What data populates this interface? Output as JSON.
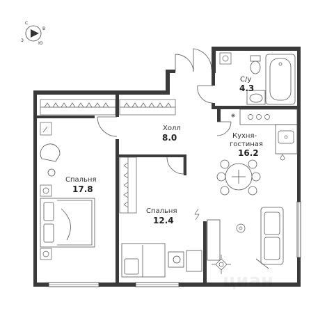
{
  "compass": {
    "s": "С",
    "v": "В",
    "yu": "Ю",
    "z": "З"
  },
  "rooms": {
    "hall": {
      "name": "Холл",
      "area": "8.0"
    },
    "bath": {
      "name": "С/у",
      "area": "4.3"
    },
    "kitchen": {
      "name_line1": "Кухня-",
      "name_line2": "гостиная",
      "area": "16.2"
    },
    "bedroom_left": {
      "name": "Спальня",
      "area": "17.8"
    },
    "bedroom_mid": {
      "name": "Спальня",
      "area": "12.4"
    }
  },
  "watermark": "циан",
  "colors": {
    "wall": "#3a3a3a",
    "line": "#555555",
    "window": "#ffffff"
  }
}
